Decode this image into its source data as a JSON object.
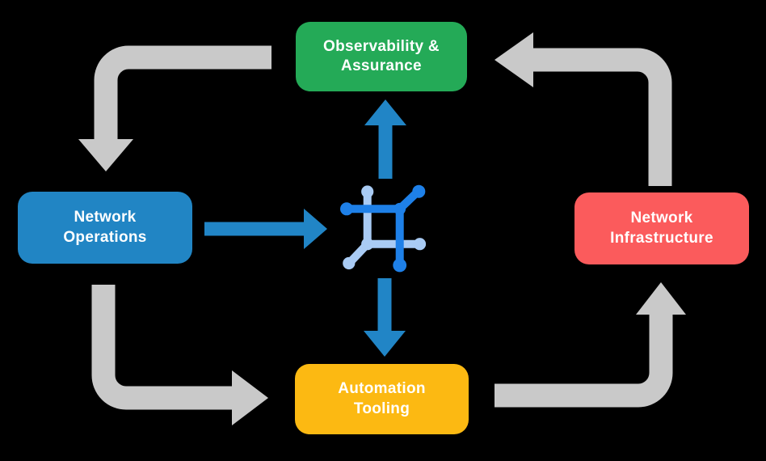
{
  "title": "Network automation cycle diagram",
  "colors": {
    "background": "#000000",
    "green": "#24AA57",
    "blue": "#2185C4",
    "red": "#FB5B5C",
    "yellow": "#FCB912",
    "gray": "#C9C9C9",
    "arrowblue": "#2185C6",
    "icondark": "#1E80E8",
    "iconlight": "#A9CBF4",
    "label": "#FFFFFF"
  },
  "nodes": [
    {
      "id": "observability-assurance",
      "label": "Observability &\nAssurance",
      "color": "#24AA57",
      "position": "top"
    },
    {
      "id": "network-operations",
      "label": "Network\nOperations",
      "color": "#2185C4",
      "position": "left"
    },
    {
      "id": "network-infrastructure",
      "label": "Network\nInfrastructure",
      "color": "#FB5B5C",
      "position": "right"
    },
    {
      "id": "automation-tooling",
      "label": "Automation\nTooling",
      "color": "#FCB912",
      "position": "bottom"
    }
  ],
  "center_icon": {
    "name": "network-mesh-icon",
    "colors": [
      "#1E80E8",
      "#A9CBF4"
    ]
  },
  "flows": [
    {
      "from": "observability-assurance",
      "to": "network-operations",
      "style": "gray-elbow"
    },
    {
      "from": "network-operations",
      "to": "automation-tooling",
      "style": "gray-elbow"
    },
    {
      "from": "automation-tooling",
      "to": "network-infrastructure",
      "style": "gray-elbow"
    },
    {
      "from": "network-infrastructure",
      "to": "observability-assurance",
      "style": "gray-elbow"
    },
    {
      "from": "network-operations",
      "to": "center-icon",
      "style": "blue-straight"
    },
    {
      "from": "center-icon",
      "to": "observability-assurance",
      "style": "blue-straight"
    },
    {
      "from": "center-icon",
      "to": "automation-tooling",
      "style": "blue-straight"
    }
  ]
}
